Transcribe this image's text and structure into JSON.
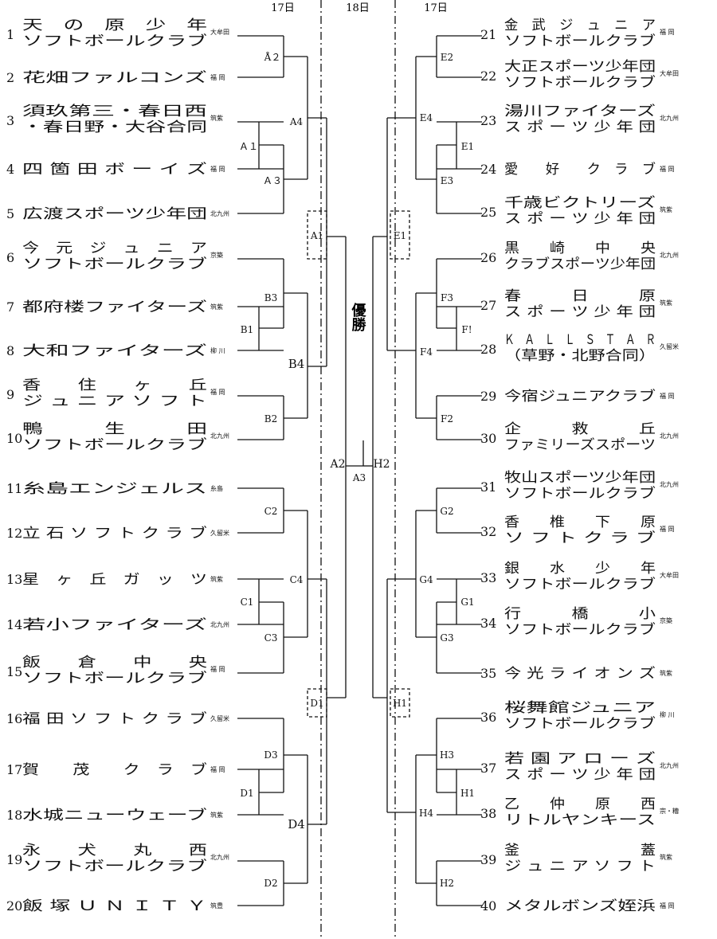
{
  "headers": [
    "17日",
    "18日",
    "17日"
  ],
  "champion_label": "優勝",
  "left_teams": [
    {
      "num": "1",
      "lines": [
        "天　の　原　少　年",
        "ソフトボールクラブ"
      ],
      "region": "大牟田"
    },
    {
      "num": "2",
      "lines": [
        "花畑ファルコンズ"
      ],
      "region": "福 岡"
    },
    {
      "num": "3",
      "lines": [
        "須玖第三・春日西",
        "・春日野・大谷合同"
      ],
      "region": "筑紫"
    },
    {
      "num": "4",
      "lines": [
        "四 箇 田 ボ ー イ ズ"
      ],
      "region": "福 岡"
    },
    {
      "num": "5",
      "lines": [
        "広渡スポーツ少年団"
      ],
      "region": "北九州"
    },
    {
      "num": "6",
      "lines": [
        "今　元　ジ　ュ　ニ　ア",
        "ソフトボールクラブ"
      ],
      "region": "京築"
    },
    {
      "num": "7",
      "lines": [
        "都府楼ファイターズ"
      ],
      "region": "筑紫"
    },
    {
      "num": "8",
      "lines": [
        "大和ファイターズ"
      ],
      "region": "柳 川"
    },
    {
      "num": "9",
      "lines": [
        "香　　住　　ヶ　　丘",
        "ジ ュ ニ ア ソ フ ト"
      ],
      "region": "福 岡"
    },
    {
      "num": "10",
      "lines": [
        "鴨　　　生　　　田",
        "ソフトボールクラブ"
      ],
      "region": "北九州"
    },
    {
      "num": "11",
      "lines": [
        "糸島エンジェルス"
      ],
      "region": "糸島"
    },
    {
      "num": "12",
      "lines": [
        "立 石 ソ フ ト ク ラ ブ"
      ],
      "region": "久留米"
    },
    {
      "num": "13",
      "lines": [
        "星　ヶ　丘　ガ　ッ　ツ"
      ],
      "region": "筑紫"
    },
    {
      "num": "14",
      "lines": [
        "若小ファイターズ"
      ],
      "region": "北九州"
    },
    {
      "num": "15",
      "lines": [
        "飯　　倉　　中　　央",
        "ソフトボールクラブ"
      ],
      "region": "福 岡"
    },
    {
      "num": "16",
      "lines": [
        "福 田 ソ フ ト ク ラ ブ"
      ],
      "region": "久留米"
    },
    {
      "num": "17",
      "lines": [
        "賀　　茂　　ク　ラ　ブ"
      ],
      "region": "福 岡"
    },
    {
      "num": "18",
      "lines": [
        "水城ニューウェーブ"
      ],
      "region": "筑紫"
    },
    {
      "num": "19",
      "lines": [
        "永　　犬　　丸　　西",
        "ソフトボールクラブ"
      ],
      "region": "北九州"
    },
    {
      "num": "20",
      "lines": [
        "飯 塚 Ｕ Ｎ Ｉ Ｔ Ｙ"
      ],
      "region": "筑豊"
    }
  ],
  "right_teams": [
    {
      "num": "21",
      "lines": [
        "金　武　ジ　ュ　ニ　ア",
        "ソフトボールクラブ"
      ],
      "region": "福 岡"
    },
    {
      "num": "22",
      "lines": [
        "大正スポーツ少年団",
        "ソフトボールクラブ"
      ],
      "region": "大牟田"
    },
    {
      "num": "23",
      "lines": [
        "湯川ファイターズ",
        "ス ポ ー ツ 少 年 団"
      ],
      "region": "北九州"
    },
    {
      "num": "24",
      "lines": [
        "愛　　好　　ク　ラ　ブ"
      ],
      "region": "福 岡"
    },
    {
      "num": "25",
      "lines": [
        "千歳ビクトリーズ",
        "ス ポ ー ツ 少 年 団"
      ],
      "region": "筑紫"
    },
    {
      "num": "26",
      "lines": [
        "黒　　崎　　中　　央",
        "クラブスポーツ少年団"
      ],
      "region": "北九州"
    },
    {
      "num": "27",
      "lines": [
        "春　　　日　　　原",
        "ス ポ ー ツ 少 年 団"
      ],
      "region": "筑紫"
    },
    {
      "num": "28",
      "lines": [
        "Ｋ　Ａ　Ｌ　Ｌ　Ｓ　Ｔ　Ａ　Ｒ",
        "（草野・北野合同）"
      ],
      "region": "久留米"
    },
    {
      "num": "29",
      "lines": [
        "今宿ジュニアクラブ"
      ],
      "region": "福 岡"
    },
    {
      "num": "30",
      "lines": [
        "企　　　救　　　丘",
        "ファミリーズスポーツ"
      ],
      "region": "北九州"
    },
    {
      "num": "31",
      "lines": [
        "牧山スポーツ少年団",
        "ソフトボールクラブ"
      ],
      "region": "北九州"
    },
    {
      "num": "32",
      "lines": [
        "香　　椎　　下　　原",
        "ソ フ ト ク ラ ブ"
      ],
      "region": "福 岡"
    },
    {
      "num": "33",
      "lines": [
        "銀　　水　　少　　年",
        "ソフトボールクラブ"
      ],
      "region": "大牟田"
    },
    {
      "num": "34",
      "lines": [
        "行　　　橋　　　小",
        "ソフトボールクラブ"
      ],
      "region": "京築"
    },
    {
      "num": "35",
      "lines": [
        "今 光 ラ イ オ ン ズ"
      ],
      "region": "筑紫"
    },
    {
      "num": "36",
      "lines": [
        "桜舞館ジュニア",
        "ソフトボールクラブ"
      ],
      "region": "柳 川"
    },
    {
      "num": "37",
      "lines": [
        "若 園 ア ロ ー ズ",
        "ス ポ ー ツ 少 年 団"
      ],
      "region": "北九州"
    },
    {
      "num": "38",
      "lines": [
        "乙　　仲　　原　　西",
        "リトルヤンキース"
      ],
      "region": "宗・糟"
    },
    {
      "num": "39",
      "lines": [
        "釜　　　　　　　　蓋",
        "ジ ュ ニ ア ソ フ ト"
      ],
      "region": "筑紫"
    },
    {
      "num": "40",
      "lines": [
        "メタルボンズ姪浜"
      ],
      "region": "福 岡"
    }
  ],
  "match_labels": {
    "A1": "Ａ１",
    "A2": "Å２",
    "A3": "Ａ３",
    "A4": "A4",
    "AF": "A1",
    "B1": "B1",
    "B2": "B2",
    "B3": "B3",
    "B4": "B4",
    "C1": "C1",
    "C2": "C2",
    "C3": "C3",
    "C4": "C4",
    "D1": "D1",
    "D2": "D2",
    "D3": "D3",
    "D4": "D4",
    "DF": "D1",
    "E1": "E1",
    "E2": "E2",
    "E3": "E3",
    "E4": "E4",
    "EF": "E1",
    "F1": "F!",
    "F2": "F2",
    "F3": "F3",
    "F4": "F4",
    "G1": "G1",
    "G2": "G2",
    "G3": "G3",
    "G4": "G4",
    "H1": "H1",
    "H2": "H2",
    "H3": "H3",
    "H4": "H4",
    "HF": "H1",
    "SL": "A2",
    "SR": "H2",
    "FINAL": "A3"
  }
}
